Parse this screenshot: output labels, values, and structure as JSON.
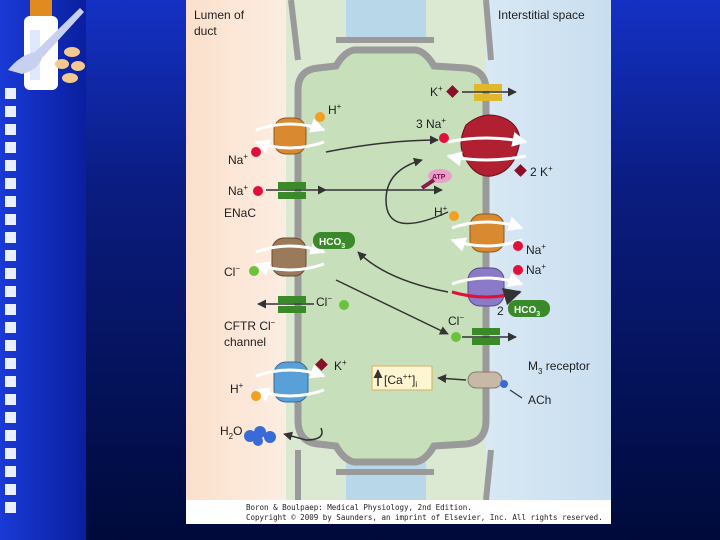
{
  "colors": {
    "slide_bg_dark": "#000a3a",
    "slide_bg_blue": "#1a3ad6",
    "lumen_bg": "#fbe3d3",
    "cell_bg": "#cfe3c4",
    "interstitial_bg": "#d4e6f2",
    "membrane": "#9a9a9a",
    "na_dot": "#e0103a",
    "h_dot": "#f2a020",
    "cl_dot": "#6cc23a",
    "k_diamond": "#8a0f2a",
    "pill_green": "#3a8a2a"
  },
  "labels": {
    "lumen_title_1": "Lumen of",
    "lumen_title_2": "duct",
    "interstitial_title": "Interstitial space",
    "h_top": "H",
    "h_top_sup": "+",
    "na_1": "Na",
    "na_1_sup": "+",
    "na_2": "Na",
    "na_2_sup": "+",
    "enac": "ENaC",
    "hco3_left": "HCO",
    "hco3_left_sub": "3",
    "hco3_left_sup": "−",
    "cl_1": "Cl",
    "cl_1_sup": "−",
    "cl_2": "Cl",
    "cl_2_sup": "−",
    "cftr_1": "CFTR Cl",
    "cftr_1_sup": "−",
    "cftr_2": "channel",
    "k_left": "K",
    "k_left_sup": "+",
    "h_left": "H",
    "h_left_sup": "+",
    "h2o": "H",
    "h2o_sub": "2",
    "h2o_tail": "O",
    "ca_box": "[Ca",
    "ca_box_sup": "++",
    "ca_box_tail": "]",
    "ca_box_sub": "i",
    "k_top_right": "K",
    "k_top_right_sup": "+",
    "na3": "3 Na",
    "na3_sup": "+",
    "atp": "ATP",
    "k2": "2 K",
    "k2_sup": "+",
    "h_right": "H",
    "h_right_sup": "+",
    "na_r1": "Na",
    "na_r1_sup": "+",
    "na_r2": "Na",
    "na_r2_sup": "+",
    "two": "2",
    "hco3_right": "HCO",
    "hco3_right_sub": "3",
    "cl_right": "Cl",
    "cl_right_sup": "−",
    "m3": "M",
    "m3_sub": "3",
    "m3_tail": " receptor",
    "ach": "ACh",
    "credit_1": "Boron & Boulpaep: Medical Physiology, 2nd Edition.",
    "credit_2": "Copyright © 2009 by Saunders, an imprint of Elsevier, Inc. All rights reserved."
  }
}
